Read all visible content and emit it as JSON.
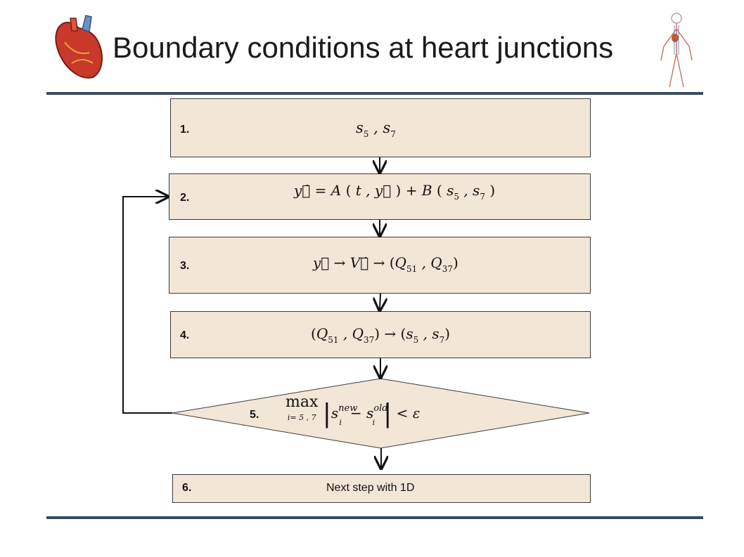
{
  "title": "Boundary conditions at heart junctions",
  "steps": {
    "s1": {
      "num": "1."
    },
    "s2": {
      "num": "2."
    },
    "s3": {
      "num": "3."
    },
    "s4": {
      "num": "4."
    },
    "s5": {
      "num": "5."
    },
    "s6": {
      "num": "6.",
      "text": "Next step with 1D"
    }
  },
  "icons": {
    "left": "heart-icon",
    "right": "circulatory-system-icon"
  },
  "colors": {
    "box_fill": "#f2e6d7",
    "rule": "#3a4a63"
  }
}
